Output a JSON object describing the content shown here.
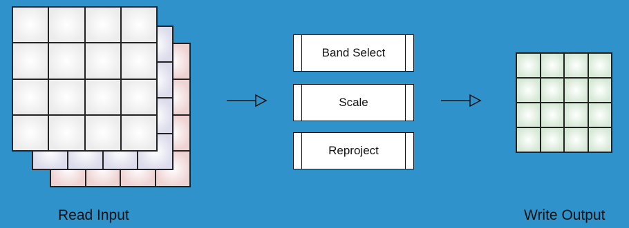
{
  "input": {
    "label": "Read Input",
    "layers": [
      {
        "color": "#efd2d2"
      },
      {
        "color": "#dcdcec"
      },
      {
        "color": "#ececec"
      }
    ]
  },
  "processing": {
    "steps": [
      {
        "label": "Band Select"
      },
      {
        "label": "Scale"
      },
      {
        "label": "Reproject"
      }
    ]
  },
  "output": {
    "label": "Write Output",
    "color": "#d6e9d6"
  },
  "colors": {
    "background": "#2f92cb",
    "box_fill": "#ffffff",
    "stroke": "#111111"
  },
  "icons": [
    "arrow-right-icon",
    "arrow-right-icon"
  ]
}
